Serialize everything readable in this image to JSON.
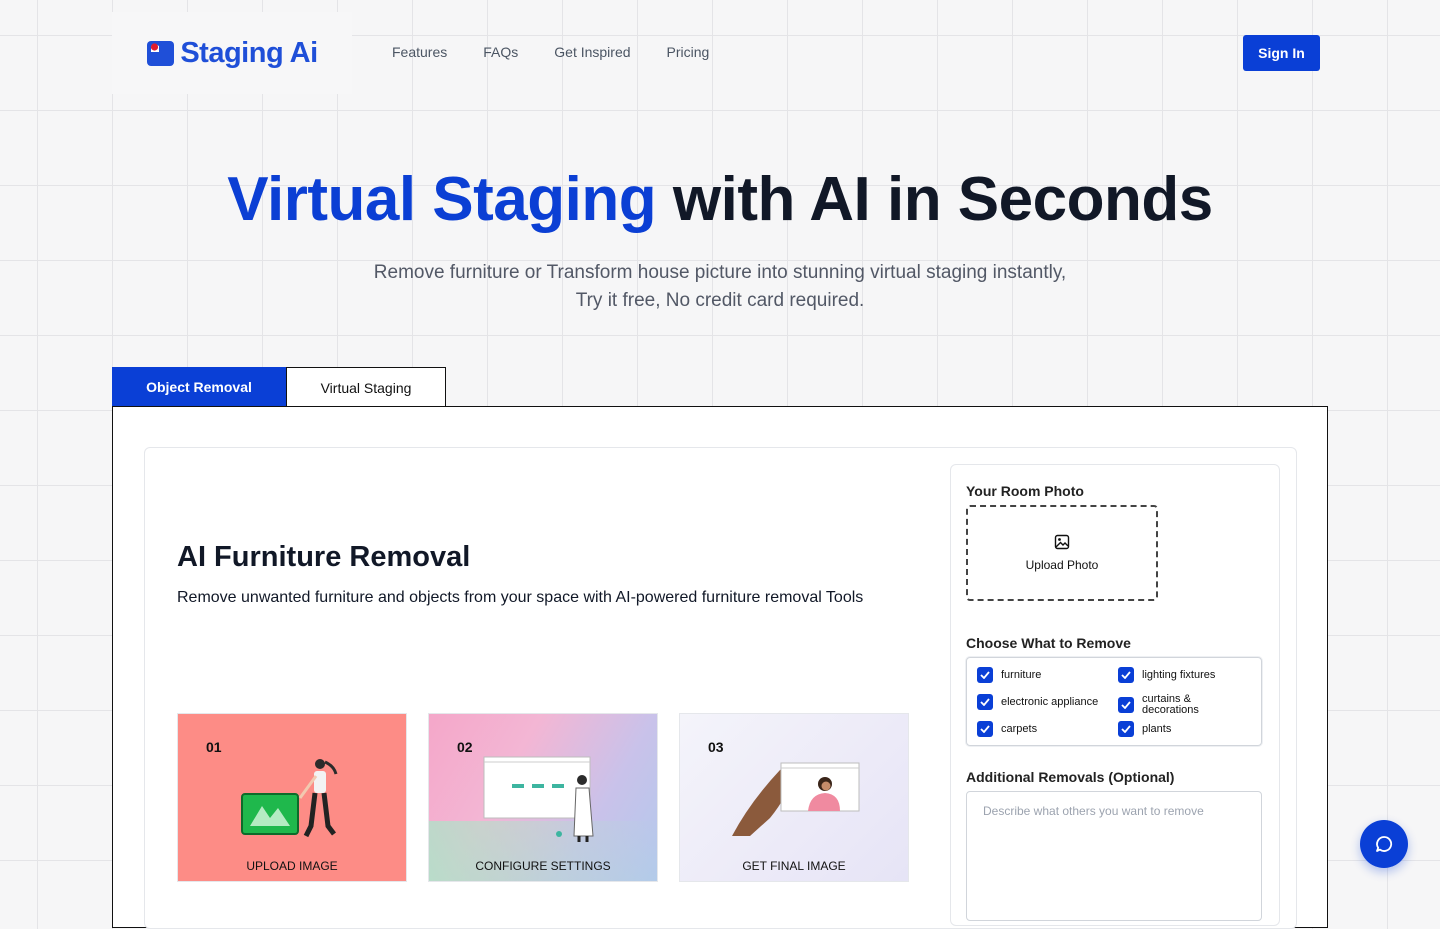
{
  "brand": {
    "name": "Staging Ai"
  },
  "nav": {
    "items": [
      "Features",
      "FAQs",
      "Get Inspired",
      "Pricing"
    ],
    "signin_label": "Sign In"
  },
  "hero": {
    "title_accent": "Virtual Staging",
    "title_rest": " with AI in Seconds",
    "subtitle_line1": "Remove furniture or Transform house picture into stunning virtual staging instantly,",
    "subtitle_line2": "Try it free, No credit card required."
  },
  "tabs": [
    {
      "label": "Object Removal",
      "active": true
    },
    {
      "label": "Virtual Staging",
      "active": false
    }
  ],
  "feature": {
    "title": "AI Furniture Removal",
    "description": "Remove unwanted furniture and objects from your space with AI-powered furniture removal Tools"
  },
  "steps": [
    {
      "number": "01",
      "label": "UPLOAD IMAGE"
    },
    {
      "number": "02",
      "label": "CONFIGURE SETTINGS"
    },
    {
      "number": "03",
      "label": "GET FINAL IMAGE"
    }
  ],
  "form": {
    "photo_label": "Your Room Photo",
    "upload_label": "Upload Photo",
    "remove_label": "Choose What to Remove",
    "options": [
      {
        "label": "furniture",
        "checked": true
      },
      {
        "label": "lighting fixtures",
        "checked": true
      },
      {
        "label": "electronic appliance",
        "checked": true
      },
      {
        "label": "curtains & decorations",
        "checked": true
      },
      {
        "label": "carpets",
        "checked": true
      },
      {
        "label": "plants",
        "checked": true
      }
    ],
    "additional_label": "Additional Removals (Optional)",
    "additional_placeholder": "Describe what others you want to remove"
  },
  "colors": {
    "accent": "#0a3fd6",
    "step1_bg": "#fd8c86"
  },
  "icons": {
    "upload": "image-icon",
    "chat": "chat-bubble-icon",
    "check": "checkmark-icon"
  }
}
